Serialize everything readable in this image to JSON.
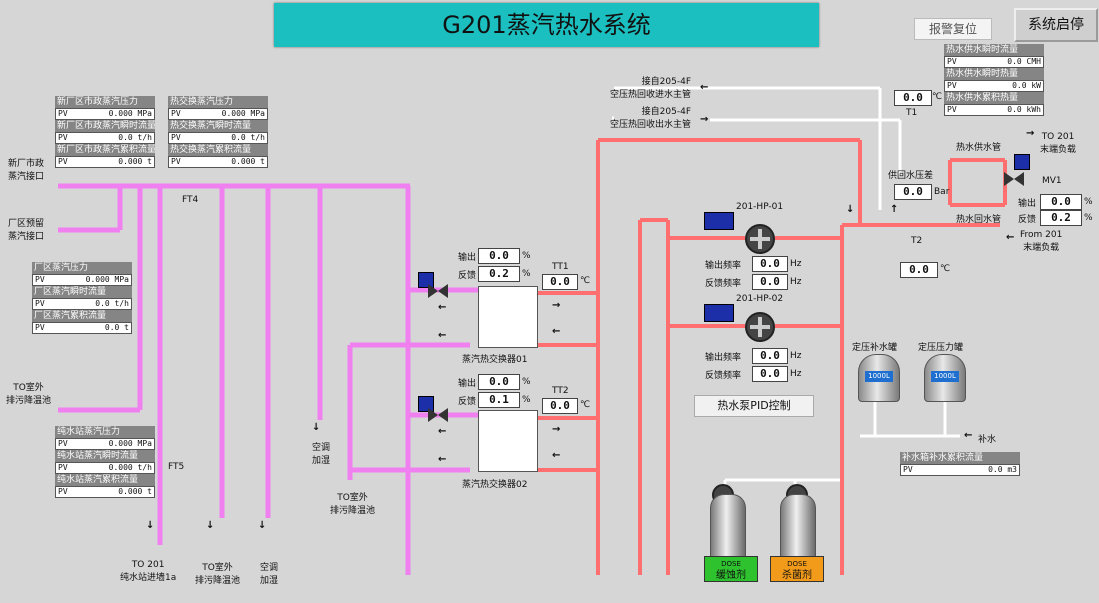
{
  "title": "G201蒸汽热水系统",
  "buttons": {
    "reset": "报警复位",
    "start": "系统启停"
  },
  "pv": "PV",
  "steam_pipe_panels": [
    {
      "label": "新厂区市政蒸汽压力",
      "value": "0.000 MPa"
    },
    {
      "label": "新厂区市政蒸汽瞬时流量",
      "value": "0.0 t/h"
    },
    {
      "label": "新厂区市政蒸汽累积流量",
      "value": "0.000 t"
    }
  ],
  "heat_steam_panels": [
    {
      "label": "热交换蒸汽压力",
      "value": "0.000 MPa"
    },
    {
      "label": "热交换蒸汽瞬时流量",
      "value": "0.0 t/h"
    },
    {
      "label": "热交换蒸汽累积流量",
      "value": "0.000 t"
    }
  ],
  "plant_steam_panels": [
    {
      "label": "厂区蒸汽压力",
      "value": "0.000 MPa"
    },
    {
      "label": "厂区蒸汽瞬时流量",
      "value": "0.0 t/h"
    },
    {
      "label": "厂区蒸汽累积流量",
      "value": "0.0 t"
    }
  ],
  "purewater_panels": [
    {
      "label": "纯水站蒸汽压力",
      "value": "0.000 MPa"
    },
    {
      "label": "纯水站蒸汽瞬时流量",
      "value": "0.000 t/h"
    },
    {
      "label": "纯水站蒸汽累积流量",
      "value": "0.000 t"
    }
  ],
  "hotwater_panels": [
    {
      "label": "热水供水瞬时流量",
      "value": "0.0 CMH"
    },
    {
      "label": "热水供水瞬时热量",
      "value": "0.0 kW"
    },
    {
      "label": "热水供水累积热量",
      "value": "0.0 kWh"
    }
  ],
  "makeup_panel": {
    "label": "补水箱补水累积流量",
    "value": "0.0 m3"
  },
  "labels": {
    "inlet_city": "新厂市政\n蒸汽接口",
    "inlet_plant": "厂区预留\n蒸汽接口",
    "ft4": "FT4",
    "ft5": "FT5",
    "drain_left": "TO室外\n排污降温池",
    "to_purewater": "TO 201\n纯水站进墙1a",
    "to_outdoor": "TO室外\n排污降温池",
    "ac_humid": "空调\n加湿",
    "ac_humid2": "空调\n加湿",
    "drain_mid": "TO室外\n排污降温池",
    "hx1": "蒸汽热交换器01",
    "hx2": "蒸汽热交换器02",
    "tt1": "TT1",
    "tt2": "TT2",
    "t1": "T1",
    "t2": "T2",
    "out_label": "输出",
    "fb_label": "反馈",
    "out_freq": "输出频率",
    "fb_freq": "反馈频率",
    "pump1": "201-HP-01",
    "pump2": "201-HP-02",
    "pid": "热水泵PID控制",
    "return1": "接自205-4F\n空压热回收进水主管",
    "return2": "接自205-4F\n空压热回收出水主管",
    "supply_pipe": "热水供水管",
    "return_pipe": "热水回水管",
    "to_terminal": "TO 201\n末端负载",
    "from_terminal": "From 201\n末端负载",
    "dp_label": "供回水压差",
    "bar": "Bar",
    "degc": "℃",
    "pct": "%",
    "hz": "Hz",
    "mv1": "MV1",
    "tank_left": "定压补水罐",
    "tank_right": "定压压力罐",
    "makeup_water": "补水",
    "chem1_top": "DOSE",
    "chem1": "缓蚀剂",
    "chem2_top": "DOSE",
    "chem2": "杀菌剂"
  },
  "values": {
    "hx1_out": "0.0",
    "hx1_fb": "0.2",
    "tt1": "0.0",
    "hx2_out": "0.0",
    "hx2_fb": "0.1",
    "tt2": "0.0",
    "p1_out": "0.0",
    "p1_fb": "0.0",
    "p2_out": "0.0",
    "p2_fb": "0.0",
    "t1": "0.0",
    "t2": "0.0",
    "dp": "0.0",
    "mv1_out": "0.0",
    "mv1_fb": "0.2",
    "tank_left_lvl": "1000L",
    "tank_right_lvl": "1000L"
  },
  "colors": {
    "steam": "#f080f0",
    "hot": "#ff6f6f",
    "cold": "#ffffff",
    "title_bg": "#1bbfbf"
  }
}
